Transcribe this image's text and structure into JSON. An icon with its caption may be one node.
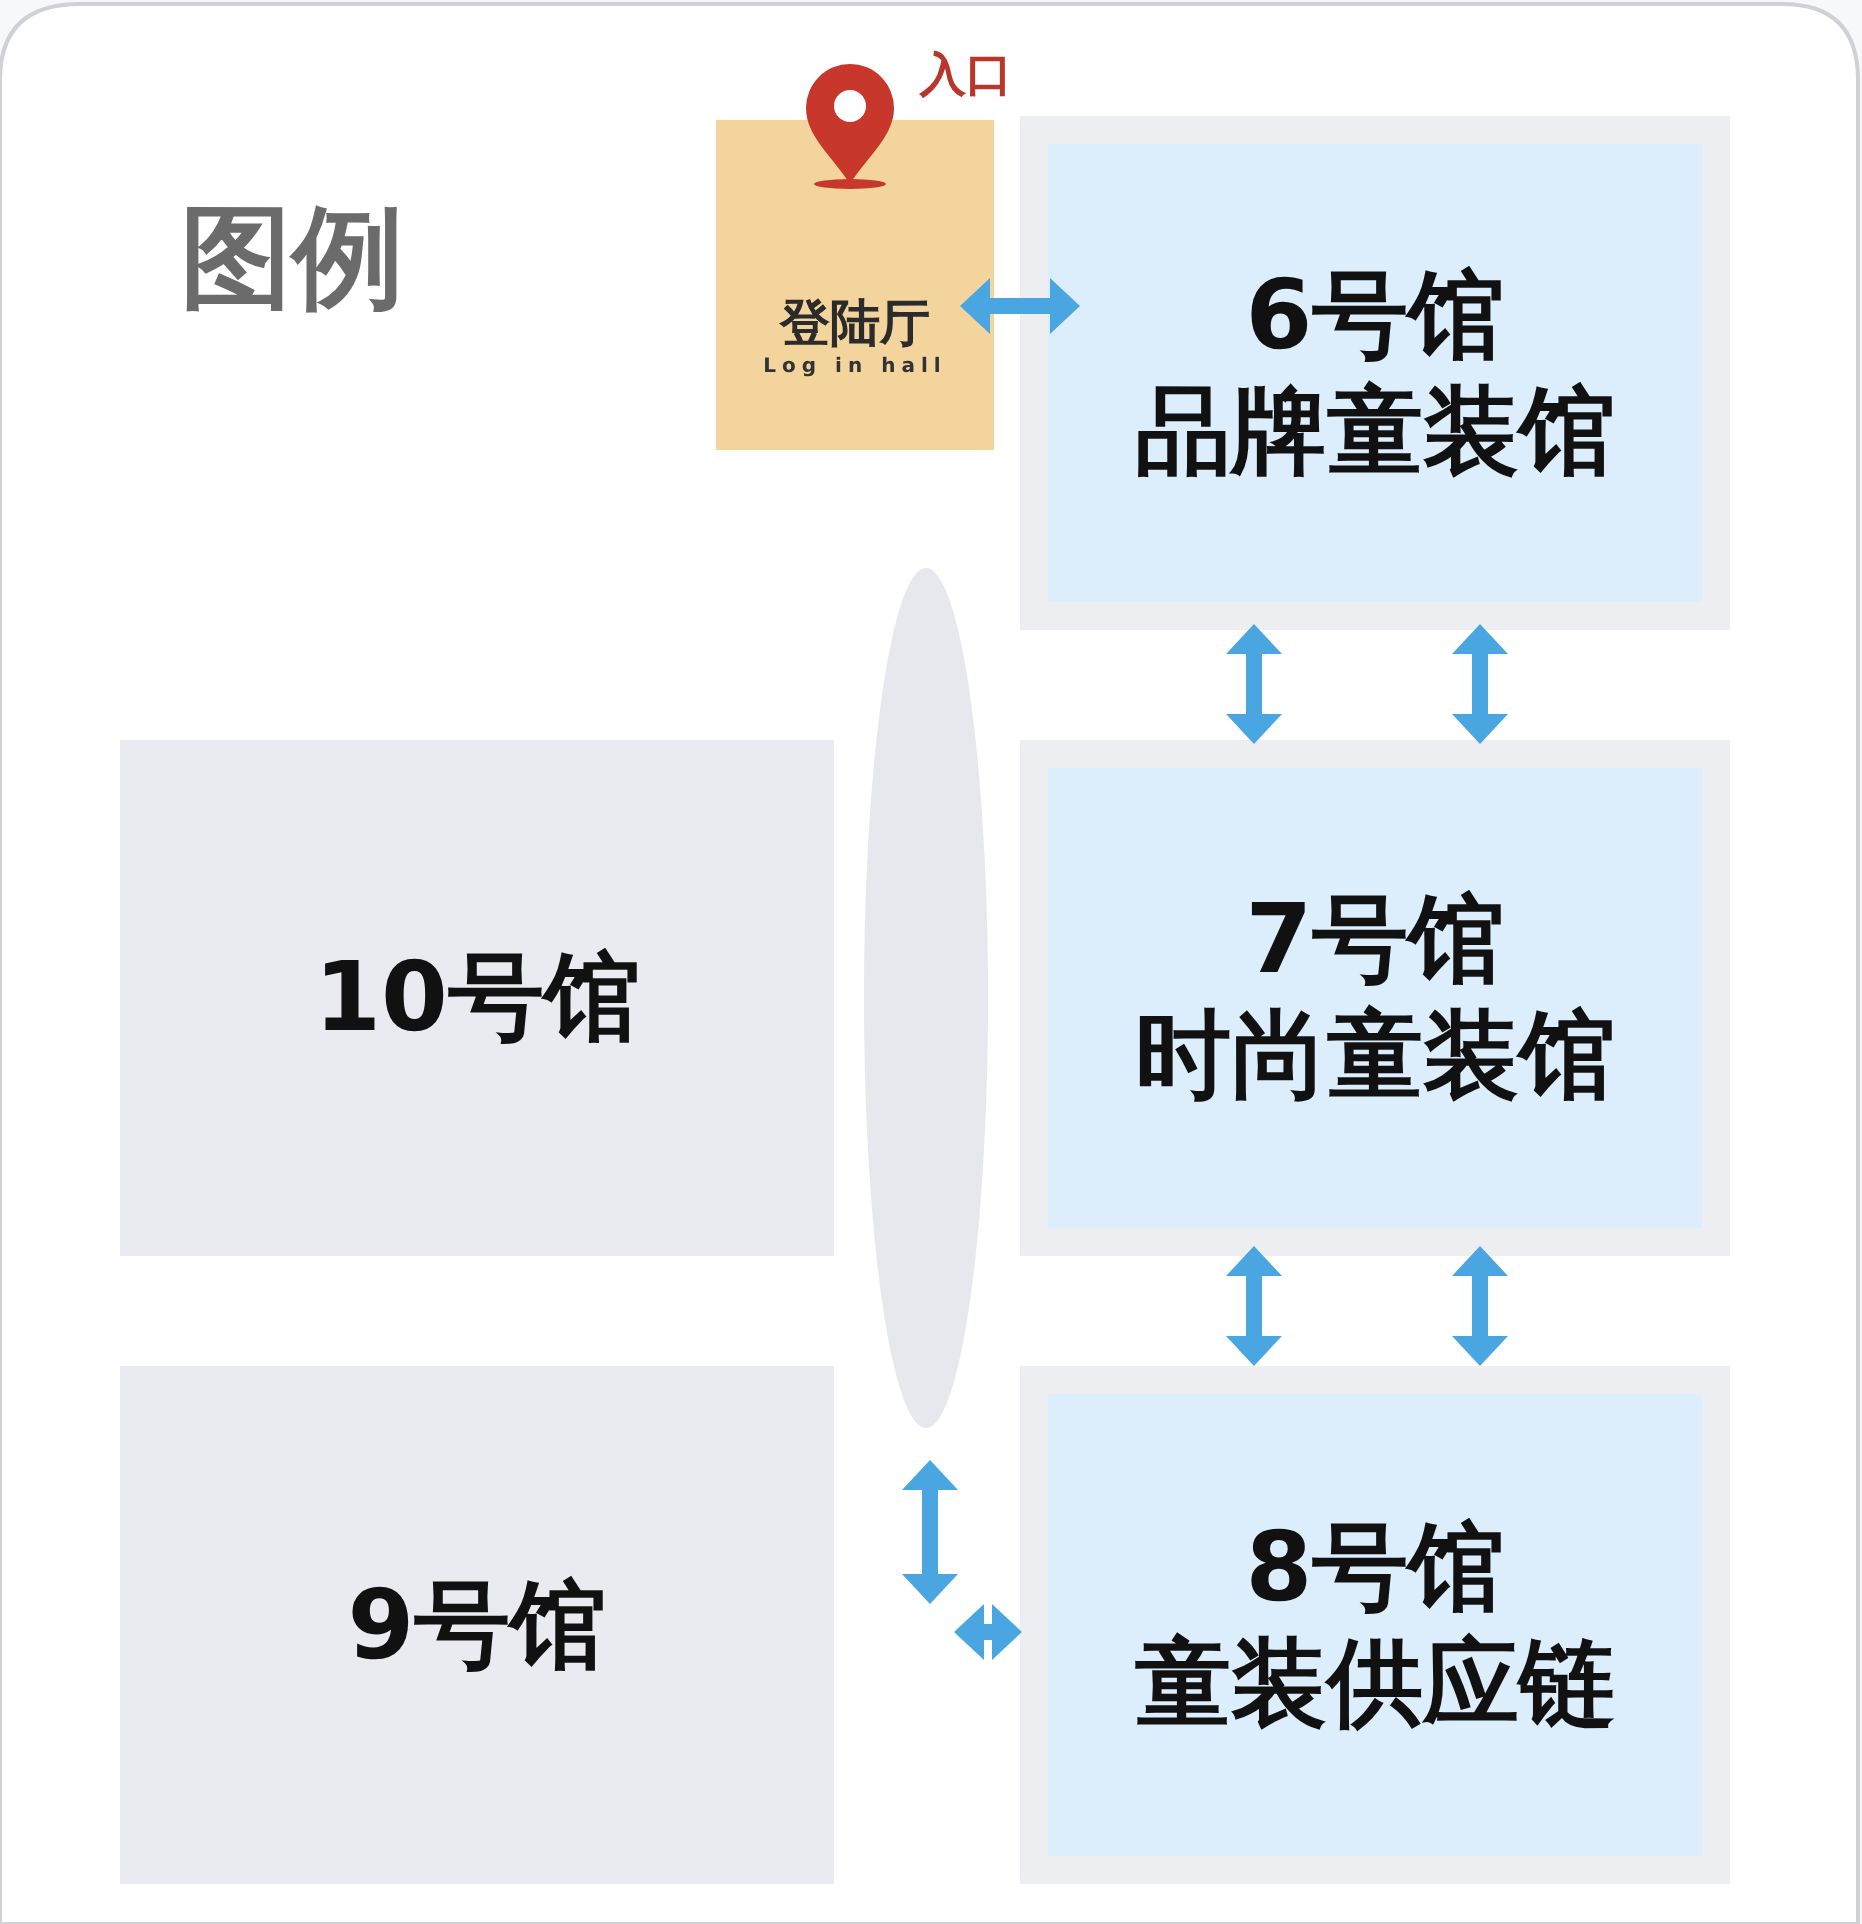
{
  "diagram": {
    "title": "图例",
    "nodes": [
      {
        "text": [
          "登陆厅",
          "Log in hall"
        ],
        "beside": [
          "入口"
        ]
      },
      {
        "text": [
          "6号馆",
          "品牌童装馆"
        ]
      },
      {
        "text": [
          "7号馆",
          "时尚童装馆"
        ]
      },
      {
        "text": [
          "8号馆",
          "童装供应链"
        ]
      },
      {
        "text": [
          "10号馆"
        ]
      },
      {
        "text": [
          "9号馆"
        ]
      },
      {
        "text": [],
        "shape": "ellipse"
      }
    ],
    "edges": [
      {
        "from": 0,
        "to": 1,
        "arrow": "both"
      },
      {
        "from": 1,
        "to": 2,
        "arrow": "both"
      },
      {
        "from": 1,
        "to": 2,
        "arrow": "both"
      },
      {
        "from": 2,
        "to": 3,
        "arrow": "both"
      },
      {
        "from": 2,
        "to": 3,
        "arrow": "both"
      },
      {
        "from": 6,
        "to": 3,
        "arrow": "both"
      }
    ]
  }
}
